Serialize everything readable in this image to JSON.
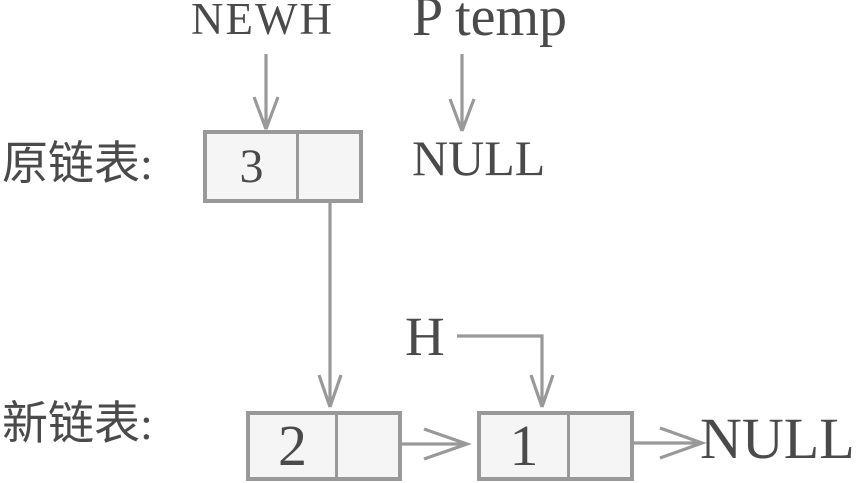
{
  "colors": {
    "background": "#ffffff",
    "text": "#4a4a4a",
    "line": "#999999",
    "box_fill": "#f5f5f5",
    "box_border": "#999999"
  },
  "labels": {
    "newh": "NEWH",
    "p_temp": "P temp",
    "original_list": "原链表:",
    "null_top": "NULL",
    "h": "H",
    "new_list": "新链表:",
    "null_bottom": "NULL"
  },
  "nodes": {
    "node3": {
      "value": "3"
    },
    "node2": {
      "value": "2"
    },
    "node1": {
      "value": "1"
    }
  }
}
